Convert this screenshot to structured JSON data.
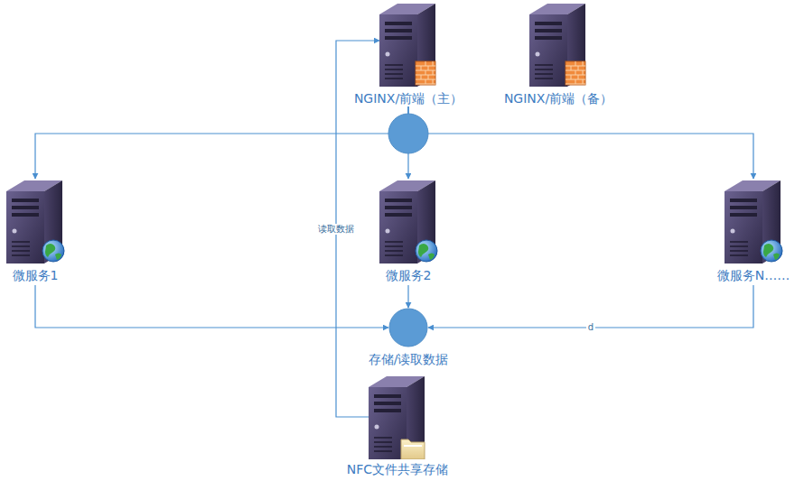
{
  "diagram": {
    "nodes": [
      {
        "text": [
          "NGINX/前端（主）"
        ]
      },
      {
        "text": [
          "NGINX/前端（备）"
        ]
      },
      {
        "text": [
          "微服务1"
        ]
      },
      {
        "text": [
          "微服务2"
        ]
      },
      {
        "text": [
          "微服务N……"
        ]
      },
      {
        "text": [
          "存储/读取数据"
        ]
      },
      {
        "text": [
          "NFC文件共享存储"
        ]
      }
    ],
    "edges": [
      {
        "from": 0,
        "to": 2,
        "arrow": "to"
      },
      {
        "from": 0,
        "to": 3,
        "arrow": "to"
      },
      {
        "from": 0,
        "to": 4,
        "arrow": "to"
      },
      {
        "from": 2,
        "to": 5,
        "arrow": "to"
      },
      {
        "from": 3,
        "to": 5,
        "arrow": "to"
      },
      {
        "from": 4,
        "to": 5,
        "arrow": "to",
        "label": "d"
      },
      {
        "from": 6,
        "to": 0,
        "arrow": "to",
        "label": "读取数据"
      }
    ]
  }
}
